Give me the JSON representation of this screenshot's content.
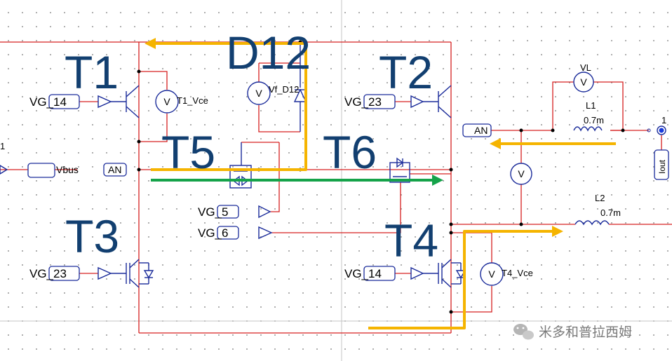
{
  "labels": {
    "T1": "T1",
    "T2": "T2",
    "T3": "T3",
    "T4": "T4",
    "T5": "T5",
    "T6": "T6",
    "D12": "D12",
    "vg_t1": "VG_14",
    "vg_t2": "VG_23",
    "vg_t3": "VG_23",
    "vg_t4": "VG_14",
    "vg_t5": "VG_5",
    "vg_t6": "VG_6",
    "vbus": "Vbus",
    "an_left": "AN",
    "an_right": "AN",
    "iout": "Iout",
    "t1_vce": "T1_Vce",
    "t4_vce": "T4_Vce",
    "vf_d12": "Vf_D12",
    "vl": "VL",
    "l1": "L1",
    "l1_value": "0.7m",
    "l2": "L2",
    "l2_value": "0.7m",
    "node_left": "1",
    "node_right": "1",
    "meter_symbol": "V",
    "watermark": "米多和普拉西姆"
  },
  "colors": {
    "wire": "#d62020",
    "component": "#1a2b9a",
    "current_yellow": "#f5b400",
    "current_green": "#15a34a",
    "big_label": "#123f70",
    "grid_line": "#c0c0c0"
  }
}
